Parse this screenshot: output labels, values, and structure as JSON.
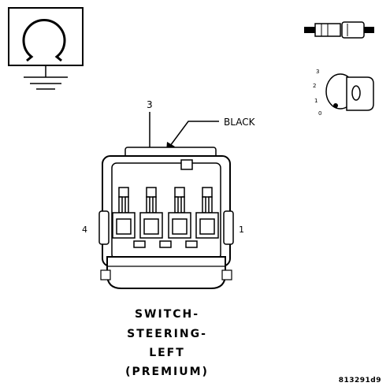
{
  "callouts": {
    "pin_pointer": "3",
    "color_label": "BLACK"
  },
  "pins": {
    "left": "4",
    "right": "1"
  },
  "title_lines": [
    "SWITCH-",
    "STEERING-",
    "LEFT",
    "(PREMIUM)"
  ],
  "figure_code": "813291d9",
  "key_positions": [
    "3",
    "2",
    "1",
    "0"
  ],
  "icons": {
    "ohmmeter": "ohm-meter-ground-icon",
    "connector": "connector-plug-icon",
    "ignition": "ignition-key-icon"
  }
}
